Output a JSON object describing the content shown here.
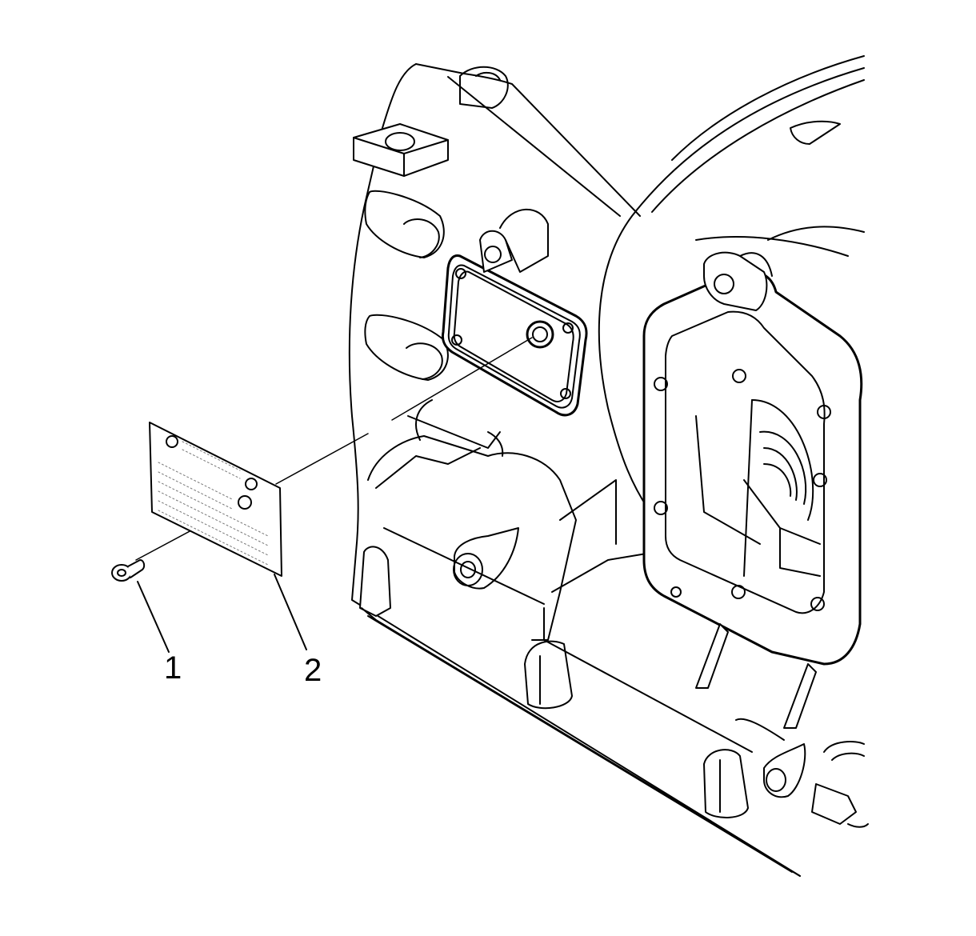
{
  "callouts": [
    {
      "id": "1",
      "label": "1"
    },
    {
      "id": "2",
      "label": "2"
    }
  ],
  "colors": {
    "line": "#000000",
    "fill": "#ffffff",
    "shade": "#cfcfcf"
  }
}
